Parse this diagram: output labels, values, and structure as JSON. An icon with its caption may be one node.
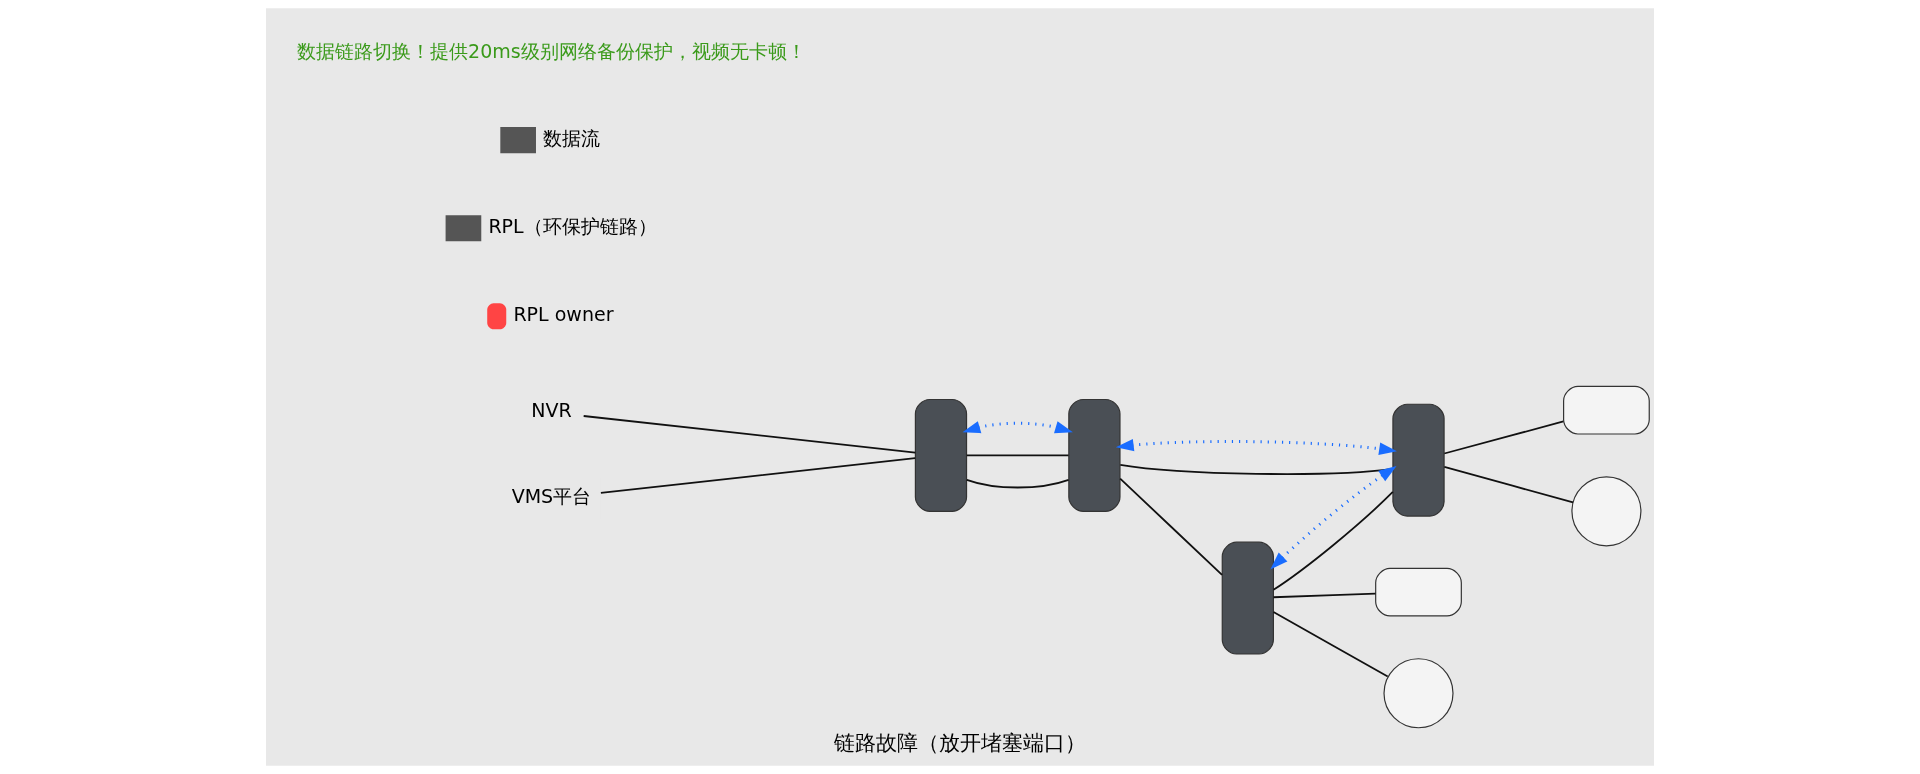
{
  "diagram": {
    "caption": "链路故障（放开堵塞端口）",
    "nodes": [
      {
        "text": [
          "NVR"
        ]
      },
      {
        "text": [
          "VMS平台"
        ]
      },
      {
        "text": [],
        "shape": "box"
      },
      {
        "text": [],
        "shape": "box"
      },
      {
        "text": [],
        "shape": "box"
      },
      {
        "text": [],
        "shape": "box"
      },
      {
        "text": [],
        "shape": "box"
      },
      {
        "text": [],
        "shape": "circle"
      },
      {
        "text": [],
        "shape": "box"
      },
      {
        "text": [],
        "shape": "circle"
      }
    ],
    "edges": [
      {
        "from": 0,
        "to": 2,
        "arrow": "none"
      },
      {
        "from": 1,
        "to": 2,
        "arrow": "none"
      },
      {
        "from": 2,
        "to": 3,
        "arrow": "none"
      },
      {
        "from": 2,
        "to": 3,
        "arrow": "none"
      },
      {
        "from": 2,
        "to": 3,
        "arrow": "both",
        "style": "dashed",
        "color": "#1a6dff"
      },
      {
        "from": 3,
        "to": 4,
        "arrow": "none"
      },
      {
        "from": 3,
        "to": 5,
        "arrow": "none"
      },
      {
        "from": 3,
        "to": 5,
        "arrow": "both",
        "style": "dashed",
        "color": "#1a6dff"
      },
      {
        "from": 4,
        "to": 5,
        "arrow": "none"
      },
      {
        "from": 4,
        "to": 5,
        "arrow": "both",
        "style": "dashed",
        "color": "#1a6dff"
      },
      {
        "from": 4,
        "to": 6,
        "arrow": "none"
      },
      {
        "from": 4,
        "to": 7,
        "arrow": "none"
      },
      {
        "from": 5,
        "to": 8,
        "arrow": "none"
      },
      {
        "from": 5,
        "to": 9,
        "arrow": "none"
      }
    ],
    "labels": [
      "数据链路切换！提供20ms级别网络备份保护，视频无卡顿！"
    ],
    "legend": [
      {
        "text": "数据流"
      },
      {
        "text": "RPL（环保护链路）"
      },
      {
        "text": "RPL owner",
        "color": "#ff4444"
      }
    ]
  }
}
